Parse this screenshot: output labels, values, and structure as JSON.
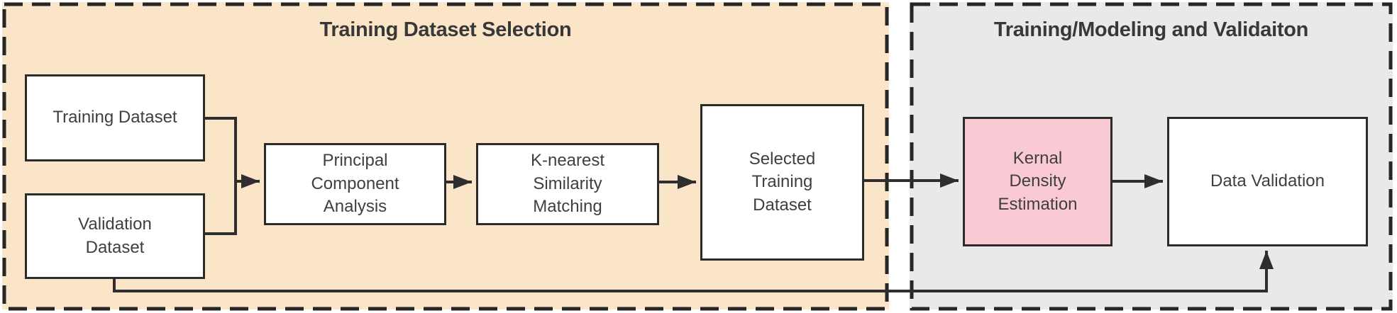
{
  "diagram": {
    "sections": [
      {
        "id": "training-dataset-selection",
        "title": "Training Dataset Selection",
        "bg": "#FBE5C8"
      },
      {
        "id": "training-modeling-and-validation",
        "title": "Training/Modeling and Validaiton",
        "bg": "#E9E9E9"
      }
    ],
    "nodes": [
      {
        "id": "training-dataset",
        "label": "Training Dataset",
        "fill": "#FFFFFF"
      },
      {
        "id": "validation-dataset",
        "label": "Validation\nDataset",
        "fill": "#FFFFFF"
      },
      {
        "id": "principal-component-analysis",
        "label": "Principal\nComponent\nAnalysis",
        "fill": "#FFFFFF"
      },
      {
        "id": "k-nearest-similarity-matching",
        "label": "K-nearest\nSimilarity\nMatching",
        "fill": "#FFFFFF"
      },
      {
        "id": "selected-training-dataset",
        "label": "Selected\nTraining\nDataset",
        "fill": "#FFFFFF"
      },
      {
        "id": "kernal-density-estimation",
        "label": "Kernal\nDensity\nEstimation",
        "fill": "#F9CAD4"
      },
      {
        "id": "data-validation",
        "label": "Data Validation",
        "fill": "#FFFFFF"
      }
    ],
    "edges": [
      {
        "from": "training-dataset",
        "to": "principal-component-analysis"
      },
      {
        "from": "validation-dataset",
        "to": "principal-component-analysis"
      },
      {
        "from": "principal-component-analysis",
        "to": "k-nearest-similarity-matching"
      },
      {
        "from": "k-nearest-similarity-matching",
        "to": "selected-training-dataset"
      },
      {
        "from": "selected-training-dataset",
        "to": "kernal-density-estimation"
      },
      {
        "from": "kernal-density-estimation",
        "to": "data-validation"
      },
      {
        "from": "validation-dataset",
        "to": "data-validation"
      }
    ],
    "colors": {
      "line": "#2E2E2E",
      "node_border": "#2B2B2B",
      "text": "#3F3F3F",
      "section_left_bg": "#FBE5C8",
      "section_right_bg": "#E9E9E9",
      "kde_fill": "#F9CAD4"
    }
  }
}
